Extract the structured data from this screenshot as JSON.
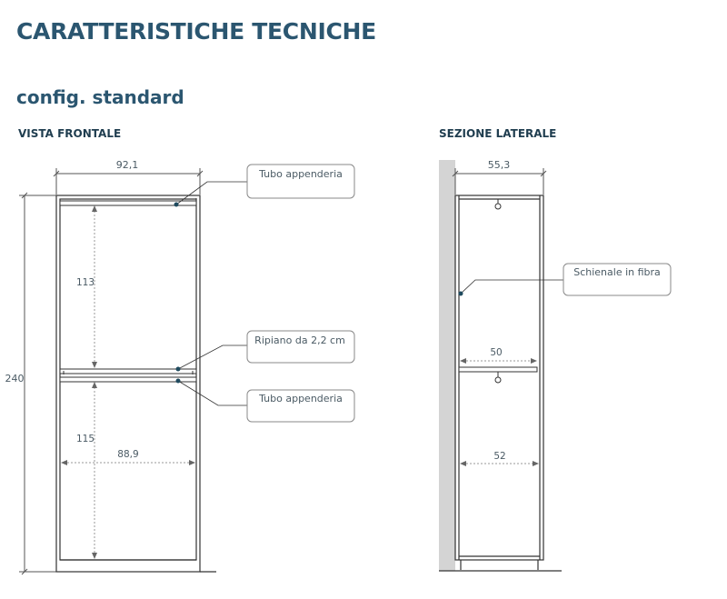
{
  "header": {
    "title": "CARATTERISTICHE TECNICHE",
    "subtitle": "config. standard"
  },
  "front_view": {
    "label": "VISTA FRONTALE",
    "dimensions": {
      "width": "92,1",
      "height": "240",
      "upper_compartment": "113",
      "lower_compartment": "115",
      "inner_width": "88,9"
    },
    "callouts": {
      "top_rail": "Tubo appenderia",
      "shelf": "Ripiano da 2,2 cm",
      "middle_rail": "Tubo appenderia"
    }
  },
  "side_view": {
    "label": "SEZIONE LATERALE",
    "dimensions": {
      "depth": "55,3",
      "shelf_depth": "50",
      "inner_depth": "52"
    },
    "callouts": {
      "back_panel": "Schienale in fibra"
    }
  },
  "colors": {
    "title": "#2b5670",
    "line": "#333333",
    "dim_line": "#9a9a9a",
    "wall": "#d4d4d4",
    "callout_border": "#8a8a8a",
    "dot": "#1f4a5e"
  }
}
